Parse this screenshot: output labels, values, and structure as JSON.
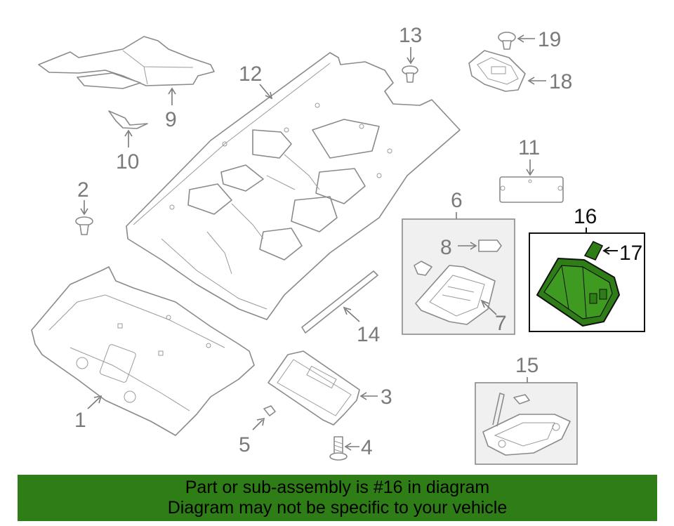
{
  "callouts": {
    "c1": "1",
    "c2": "2",
    "c3": "3",
    "c4": "4",
    "c5": "5",
    "c6": "6",
    "c7": "7",
    "c8": "8",
    "c9": "9",
    "c10": "10",
    "c11": "11",
    "c12": "12",
    "c13": "13",
    "c14": "14",
    "c15": "15",
    "c16": "16",
    "c17": "17",
    "c18": "18",
    "c19": "19"
  },
  "highlight": {
    "part": "16",
    "color": "#2e7d16"
  },
  "banner": {
    "line1": "Part or sub-assembly is #16 in diagram",
    "line2": "Diagram may not be specific to your vehicle",
    "background": "#2e7d16"
  }
}
